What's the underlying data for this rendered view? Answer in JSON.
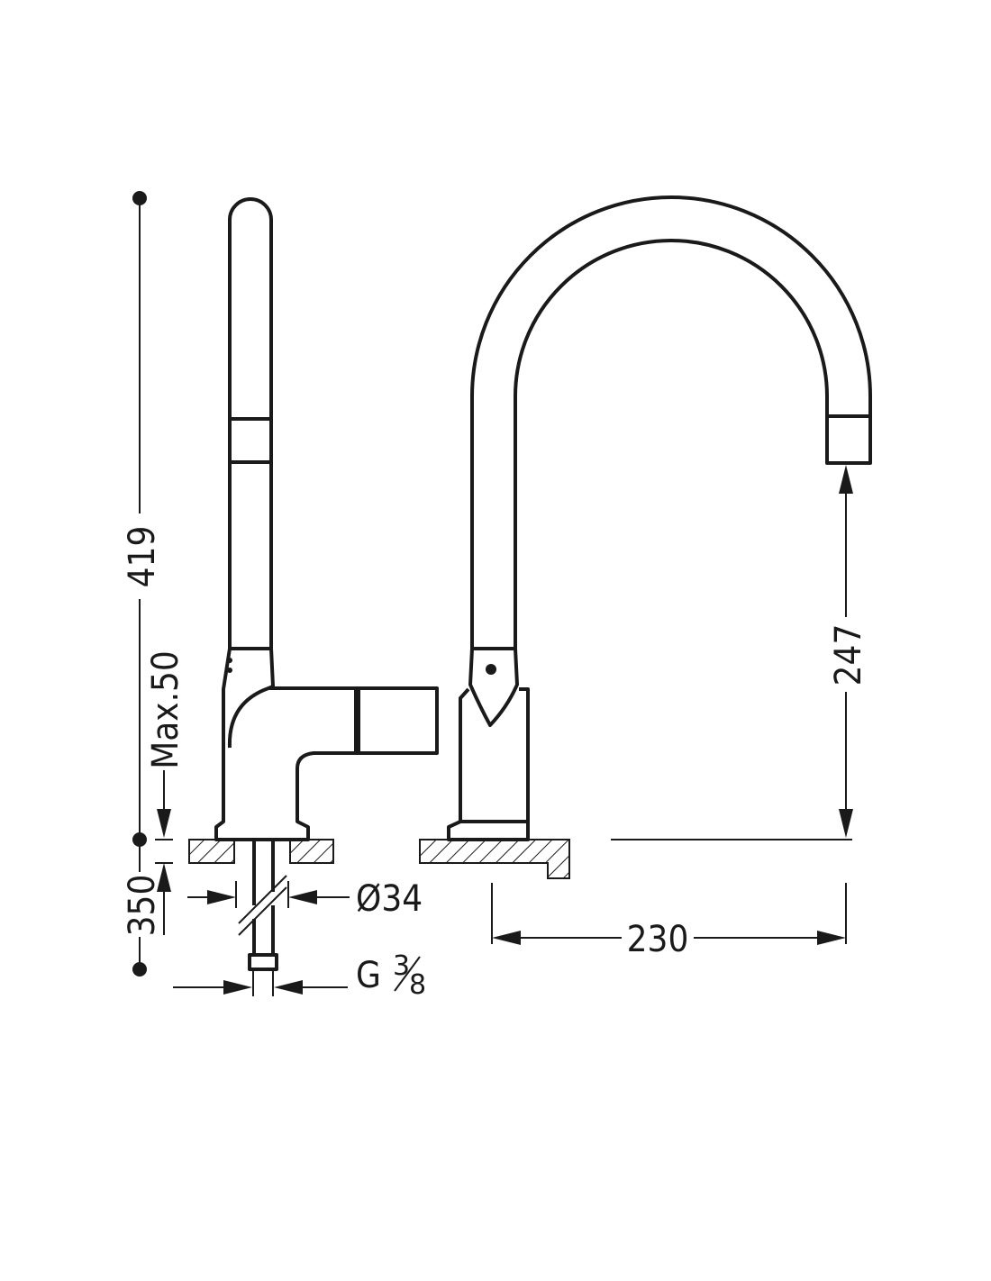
{
  "dimensions": {
    "total_height": "419",
    "max_deck_thickness": "Max.50",
    "hose_length": "350",
    "spout_clearance": "247",
    "spout_reach": "230",
    "hole_diameter": "Ø34",
    "connection_thread": "G",
    "connection_fraction_top": "3",
    "connection_fraction_bottom": "8"
  },
  "colors": {
    "line": "#1a1a1a",
    "background": "#ffffff"
  }
}
